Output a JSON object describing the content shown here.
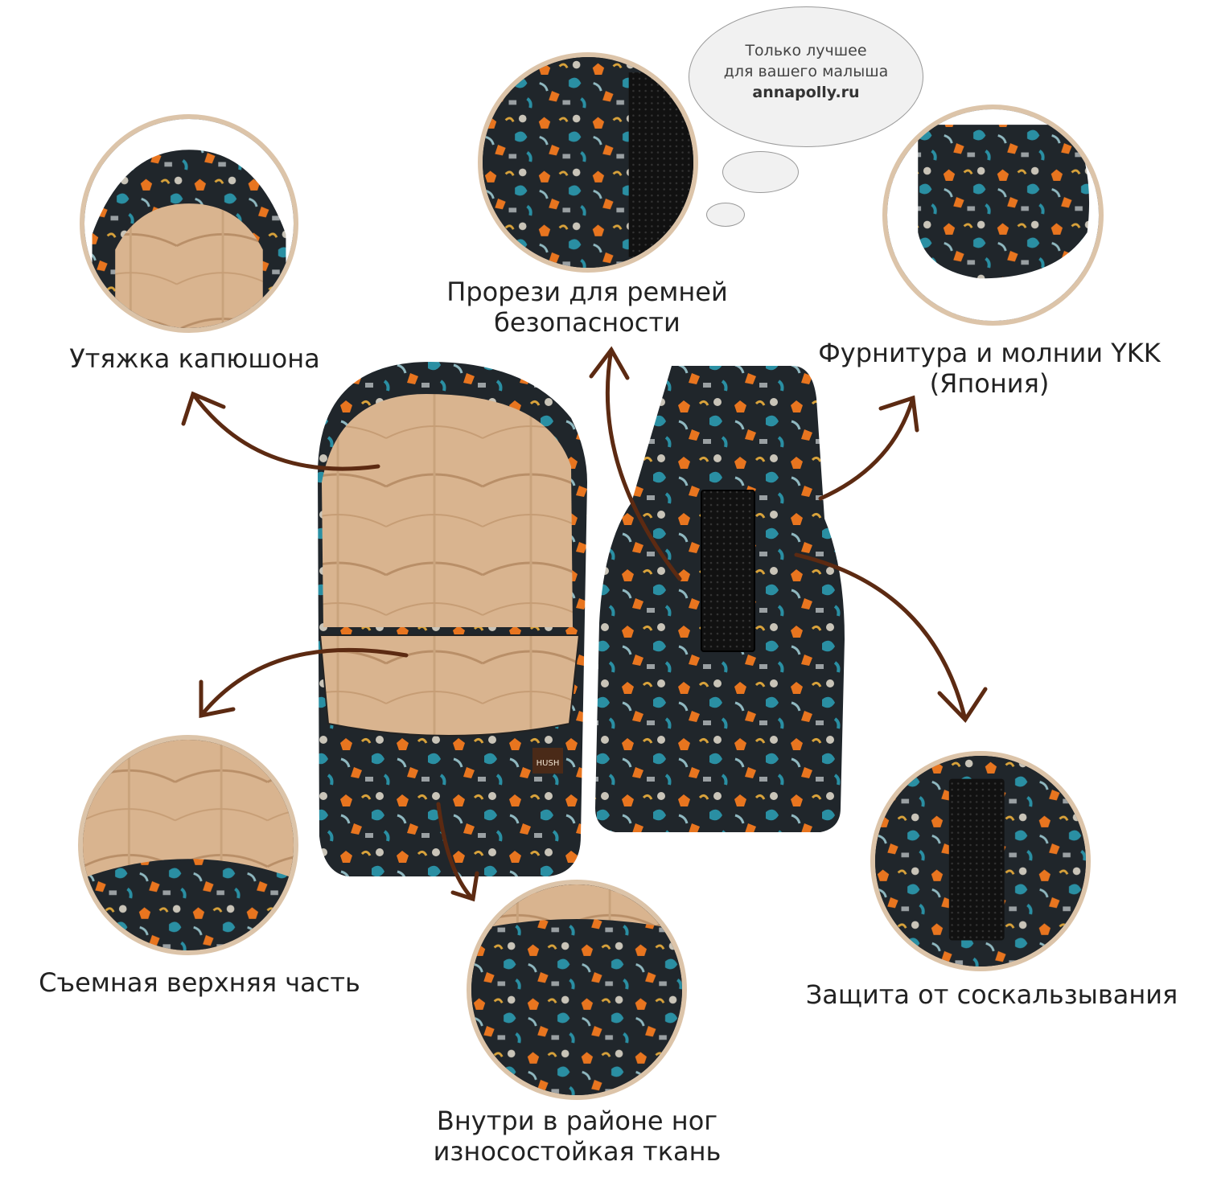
{
  "bubble": {
    "line1": "Только лучшее",
    "line2": "для вашего малыша",
    "url": "annapolly.ru"
  },
  "features": {
    "hood": "Утяжка капюшона",
    "slots_line1": "Прорези для ремней",
    "slots_line2": "безопасности",
    "ykk_line1": "Фурнитура и молнии YKK",
    "ykk_line2": "(Япония)",
    "removable": "Съемная верхняя часть",
    "legs_line1": "Внутри в районе ног",
    "legs_line2": "износостойкая ткань",
    "antislip": "Защита от соскальзывания"
  },
  "product": {
    "brand_tag": "HUSH"
  },
  "colors": {
    "circle_border": "#dcc4a9",
    "arrow": "#5c2a12",
    "lining": "#d9b48f",
    "print_dark": "#20262b",
    "print_orange": "#e8751f",
    "print_teal": "#2a8fa3"
  }
}
